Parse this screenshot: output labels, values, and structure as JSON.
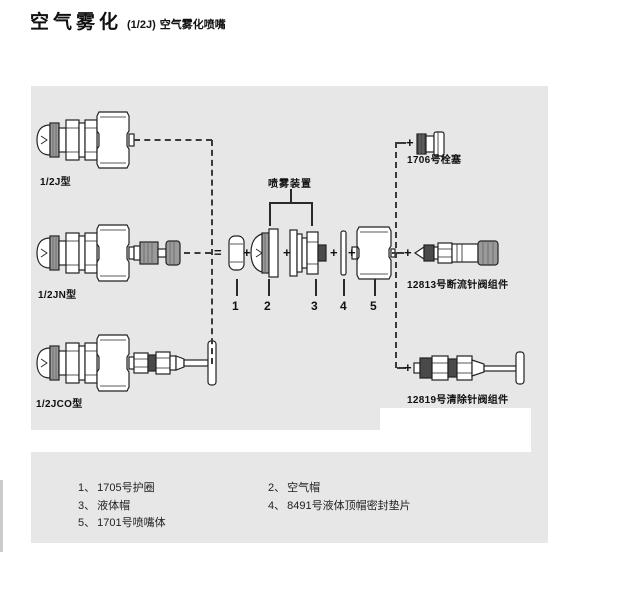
{
  "header": {
    "title": "空气雾化",
    "variant": "(1/2J)",
    "subtitle": "空气雾化喷嘴"
  },
  "diagram": {
    "assembly_label": "喷雾装置",
    "equals_sign": "=",
    "plus_sign": "+",
    "nozzle_types": [
      {
        "label": "1/2J型"
      },
      {
        "label": "1/2JN型"
      },
      {
        "label": "1/2JCO型"
      }
    ],
    "part_numbers": [
      "1",
      "2",
      "3",
      "4",
      "5"
    ],
    "accessories": [
      {
        "label": "1706号栓塞"
      },
      {
        "label": "12813号断流针阀组件"
      },
      {
        "label": "12819号清除针阀组件"
      }
    ]
  },
  "legend": {
    "column1": [
      {
        "num": "1、",
        "label": "1705号护圈"
      },
      {
        "num": "3、",
        "label": "液体帽"
      },
      {
        "num": "5、",
        "label": "1701号喷嘴体"
      }
    ],
    "column2": [
      {
        "num": "2、",
        "label": "空气帽"
      },
      {
        "num": "4、",
        "label": "8491号液体顶帽密封垫片"
      }
    ]
  },
  "colors": {
    "panel_gray": "#e7e7e7",
    "ink": "#1c1c1c",
    "knurl_gray": "#9a9a9a",
    "dark_band": "#4a4a4a",
    "edge_bar": "#cbcbcb"
  }
}
